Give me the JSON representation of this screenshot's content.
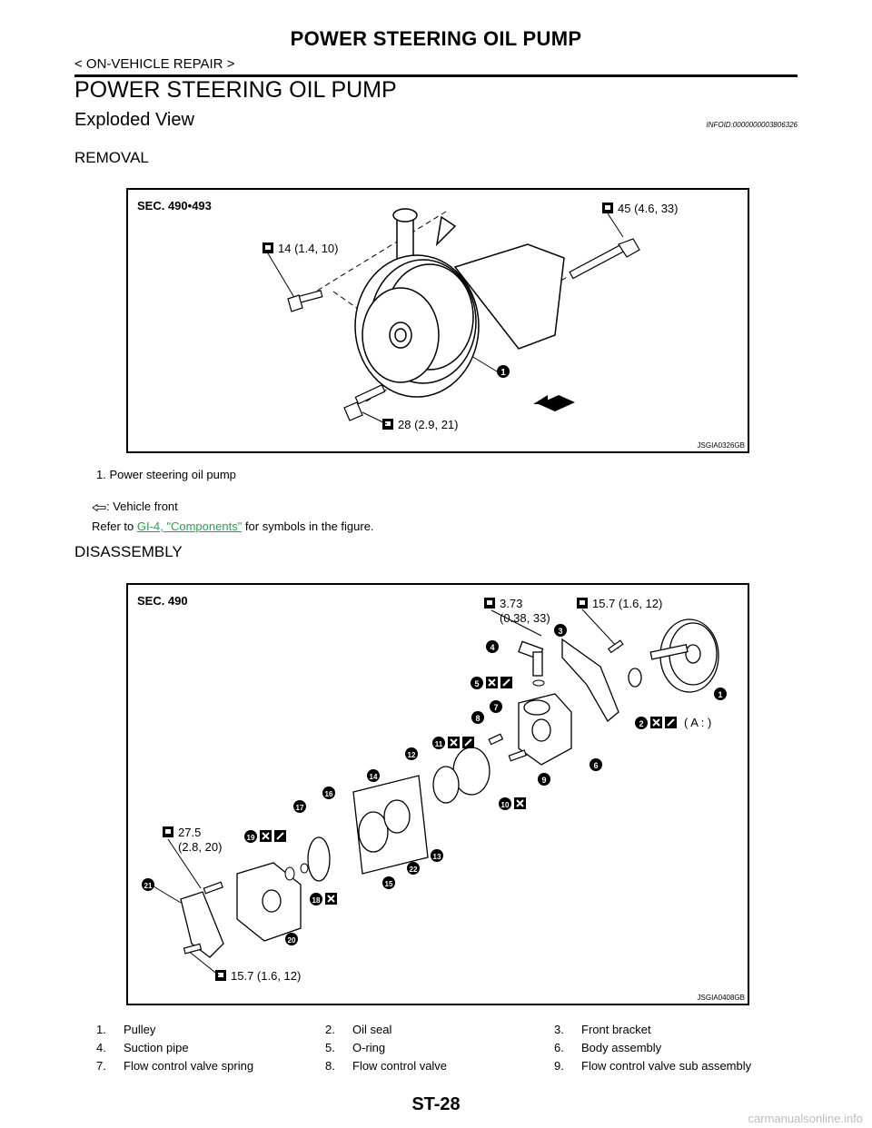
{
  "header": {
    "title": "POWER STEERING OIL PUMP",
    "breadcrumb": "< ON-VEHICLE REPAIR >"
  },
  "section": {
    "title": "POWER STEERING OIL PUMP",
    "subtitle": "Exploded View",
    "info_id": "INFOID:0000000003806326"
  },
  "removal": {
    "heading": "REMOVAL",
    "figure": {
      "sec": "SEC. 490•493",
      "id": "JSGIA0326GB",
      "torque_top_right": "45 (4.6, 33)",
      "torque_left": "14 (1.4, 10)",
      "torque_bottom": "28 (2.9, 21)",
      "callout_1": "1"
    },
    "caption": "1.   Power steering oil pump",
    "vehicle_front": ": Vehicle front",
    "refer_prefix": "Refer to ",
    "refer_link": "GI-4, \"Components\"",
    "refer_suffix": " for symbols in the figure."
  },
  "disassembly": {
    "heading": "DISASSEMBLY",
    "figure": {
      "sec": "SEC. 490",
      "id": "JSGIA0408GB",
      "torque_a1": "3.73",
      "torque_a2": "(0.38, 33)",
      "torque_b": "15.7 (1.6, 12)",
      "torque_c1": "27.5",
      "torque_c2": "(2.8, 20)",
      "torque_d": "15.7 (1.6, 12)",
      "callouts": [
        "1",
        "2",
        "3",
        "4",
        "5",
        "6",
        "7",
        "8",
        "9",
        "10",
        "11",
        "12",
        "13",
        "14",
        "15",
        "16",
        "17",
        "18",
        "19",
        "20",
        "21",
        "22"
      ],
      "bracket_label": "( A : )"
    },
    "parts": [
      {
        "num": "1.",
        "name": "Pulley"
      },
      {
        "num": "2.",
        "name": "Oil seal"
      },
      {
        "num": "3.",
        "name": "Front bracket"
      },
      {
        "num": "4.",
        "name": "Suction pipe"
      },
      {
        "num": "5.",
        "name": "O-ring"
      },
      {
        "num": "6.",
        "name": "Body assembly"
      },
      {
        "num": "7.",
        "name": "Flow control valve spring"
      },
      {
        "num": "8.",
        "name": "Flow control valve"
      },
      {
        "num": "9.",
        "name": "Flow control valve sub assembly"
      }
    ]
  },
  "footer": {
    "page": "ST-28",
    "watermark": "carmanualsonline.info"
  }
}
